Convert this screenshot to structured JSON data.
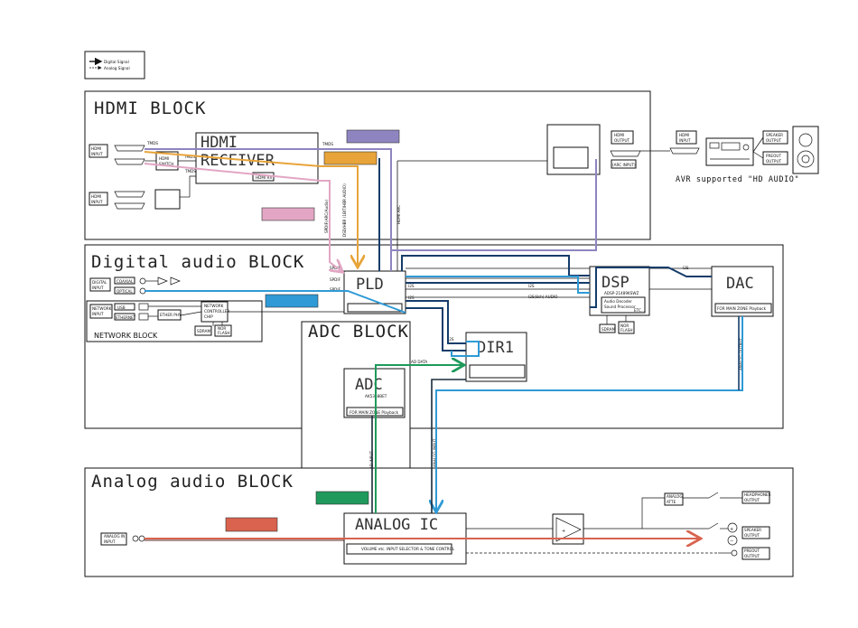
{
  "legend": {
    "digital": "Digital Signal",
    "analog": "Analog Signal"
  },
  "blocks": {
    "hdmi": "HDMI BLOCK",
    "digital_audio": "Digital audio BLOCK",
    "adc_block": "ADC BLOCK",
    "analog_audio": "Analog audio BLOCK",
    "network": "NETWORK BLOCK"
  },
  "chips": {
    "hdmi_receiver_1": "HDMI",
    "hdmi_receiver_2": "RECEIVER",
    "hdmi_rx_label": "HDMI RX",
    "pld": "PLD",
    "dsp": "DSP",
    "dsp_part": "ADSP-21489KSWZ",
    "dsp_desc1": "Audio Decoder",
    "dsp_desc2": "Sound Processor",
    "dsp_etc": "ETC...",
    "dac": "DAC",
    "dac_desc": "FOR MAIN ZONE Playback",
    "dir": "DIR1",
    "adc": "ADC",
    "adc_part": "AK5358BET",
    "adc_desc": "FOR MAIN ZONE Playback",
    "analog_ic": "ANALOG IC",
    "analog_ic_desc": "VOLUME etc. INPUT SELECTOR & TONE CONTROL"
  },
  "ports": {
    "hdmi_input": [
      "HDMI",
      "INPUT"
    ],
    "hdmi_output": [
      "HDMI",
      "OUTPUT"
    ],
    "hdmi_input_right": [
      "HDMI",
      "INPUT"
    ],
    "arc_input": "(ARC INPUT)",
    "coaxial": "COAXIAL",
    "optical": "OPTICAL",
    "digital_input": [
      "DIGITAL",
      "INPUT"
    ],
    "network_input": [
      "NETWORK",
      "INPUT"
    ],
    "usb": "USB",
    "ethernet": "ETHERNET",
    "ether_phy": "ETHER PHY",
    "network_controller": [
      "NETWORK",
      "CONTROLLER",
      "CHIP"
    ],
    "sdram": "SDRAM",
    "nor_flash": [
      "NOR",
      "FLASH"
    ],
    "hdmi_switch": [
      "HDMI",
      "SWITCH"
    ],
    "analog_input": [
      "ANALOG IN",
      "INPUT"
    ],
    "analog_atte": [
      "ANALOG",
      "ATTE"
    ],
    "headphones": [
      "HEADPHONES",
      "OUTPUT"
    ],
    "speaker": [
      "SPEAKER",
      "OUTPUT"
    ],
    "preout": [
      "PREOUT",
      "OUTPUT"
    ],
    "speaker_right": [
      "SPEAKER",
      "OUTPUT"
    ],
    "preout_right": [
      "PREOUT",
      "OUTPUT"
    ]
  },
  "signals": {
    "tmds1": "TMDS",
    "tmds2": "TMDS",
    "tmds3": "TMDS",
    "tmds_out": "TMDS",
    "spdif1": "SPDIF",
    "spdif2": "SPDIF",
    "spdif3": "SPDIF",
    "i2s1": "I2S",
    "i2s2": "I2S",
    "i2s3": "I2S",
    "i2s4": "I2S",
    "i2s_dac": "I2S",
    "i2s_multi": "I2S(8ch) AUDIO",
    "ad_data": "AD DATA",
    "arc_line": "HDMI ARC",
    "spdif_vert": "SPDIF(ARC/Audio)",
    "hbr_vert": "DSD/HBR (1BIT/HBR AUDIO)",
    "analog_out": "ANALOG OUTPUT",
    "analog_input_vert": "ANALOG INPUT",
    "ad_input": "AD INPUT"
  },
  "avr_caption": "AVR supported \"HD AUDIO\"",
  "colors": {
    "lavender": "#8e85c0",
    "orange": "#e8a43a",
    "pink": "#e2a6c4",
    "blue": "#2f9ad6",
    "green": "#1f9a5c",
    "red": "#d9634e",
    "navy": "#153c6a",
    "dark": "#1c2b3a"
  }
}
